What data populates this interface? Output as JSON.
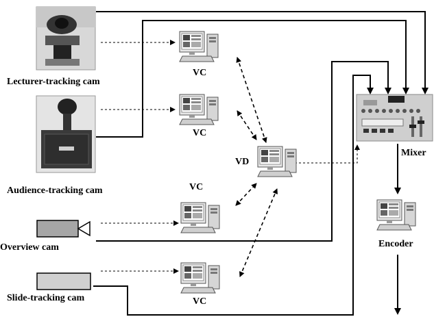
{
  "labels": {
    "lecturer_cam": "Lecturer-tracking cam",
    "audience_cam": "Audience-tracking cam",
    "overview_cam": "Overview cam",
    "slide_cam": "Slide-tracking cam",
    "vc": "VC",
    "vd": "VD",
    "mixer": "Mixer",
    "encoder": "Encoder"
  },
  "nodes": [
    {
      "id": "lecturer-cam",
      "kind": "camera-photo"
    },
    {
      "id": "audience-cam",
      "kind": "camera-photo"
    },
    {
      "id": "overview-cam",
      "kind": "camera-icon"
    },
    {
      "id": "slide-cam",
      "kind": "camera-box"
    },
    {
      "id": "vc-1",
      "kind": "computer"
    },
    {
      "id": "vc-2",
      "kind": "computer"
    },
    {
      "id": "vc-3",
      "kind": "computer"
    },
    {
      "id": "vc-4",
      "kind": "computer"
    },
    {
      "id": "vd",
      "kind": "computer"
    },
    {
      "id": "mixer",
      "kind": "mixer-photo"
    },
    {
      "id": "encoder",
      "kind": "computer"
    }
  ],
  "edges": [
    {
      "from": "lecturer-cam",
      "to": "mixer",
      "style": "solid"
    },
    {
      "from": "audience-cam",
      "to": "mixer",
      "style": "solid"
    },
    {
      "from": "overview-cam",
      "to": "mixer",
      "style": "solid"
    },
    {
      "from": "slide-cam",
      "to": "mixer",
      "style": "solid"
    },
    {
      "from": "lecturer-cam",
      "to": "vc-1",
      "style": "dashed"
    },
    {
      "from": "audience-cam",
      "to": "vc-2",
      "style": "dashed"
    },
    {
      "from": "overview-cam",
      "to": "vc-3",
      "style": "dashed"
    },
    {
      "from": "slide-cam",
      "to": "vc-4",
      "style": "dashed"
    },
    {
      "from": "vc-1",
      "to": "vd",
      "style": "dashed-bidirectional"
    },
    {
      "from": "vc-2",
      "to": "vd",
      "style": "dashed-bidirectional"
    },
    {
      "from": "vc-3",
      "to": "vd",
      "style": "dashed-bidirectional"
    },
    {
      "from": "vc-4",
      "to": "vd",
      "style": "dashed-bidirectional"
    },
    {
      "from": "vd",
      "to": "mixer",
      "style": "dashed"
    },
    {
      "from": "mixer",
      "to": "encoder",
      "style": "solid"
    },
    {
      "from": "encoder",
      "to": "output",
      "style": "solid"
    }
  ]
}
